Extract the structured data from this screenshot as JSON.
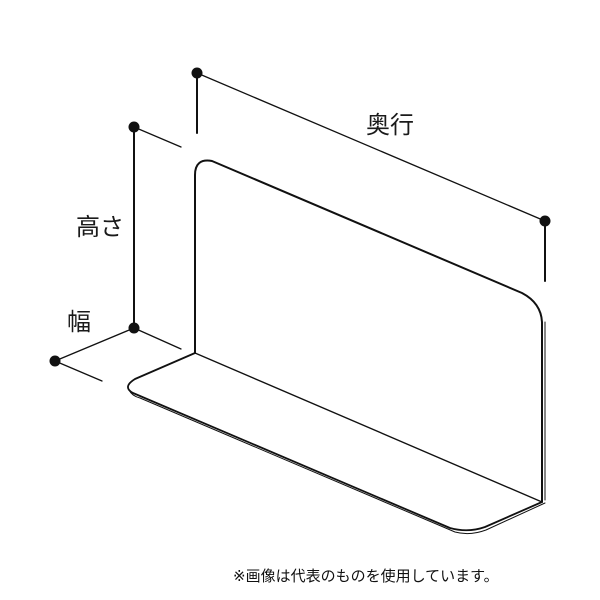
{
  "diagram": {
    "subject": "L-shaped divider plate (isometric line drawing)",
    "labels": {
      "depth": "奥行",
      "height": "高さ",
      "width": "幅"
    },
    "footnote": "※画像は代表のものを使用しています。",
    "colors": {
      "line": "#111111",
      "background": "#ffffff"
    }
  }
}
